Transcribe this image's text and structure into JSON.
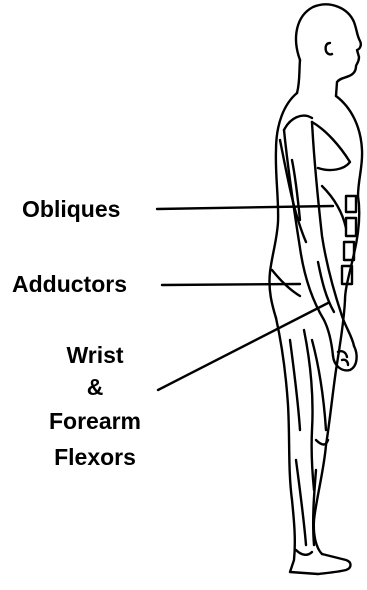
{
  "labels": {
    "obliques": "Obliques",
    "adductors": "Adductors",
    "wrist_forearm_flexors": [
      "Wrist",
      "&",
      "Forearm",
      "Flexors"
    ]
  },
  "colors": {
    "ink": "#000000",
    "background": "#ffffff"
  }
}
